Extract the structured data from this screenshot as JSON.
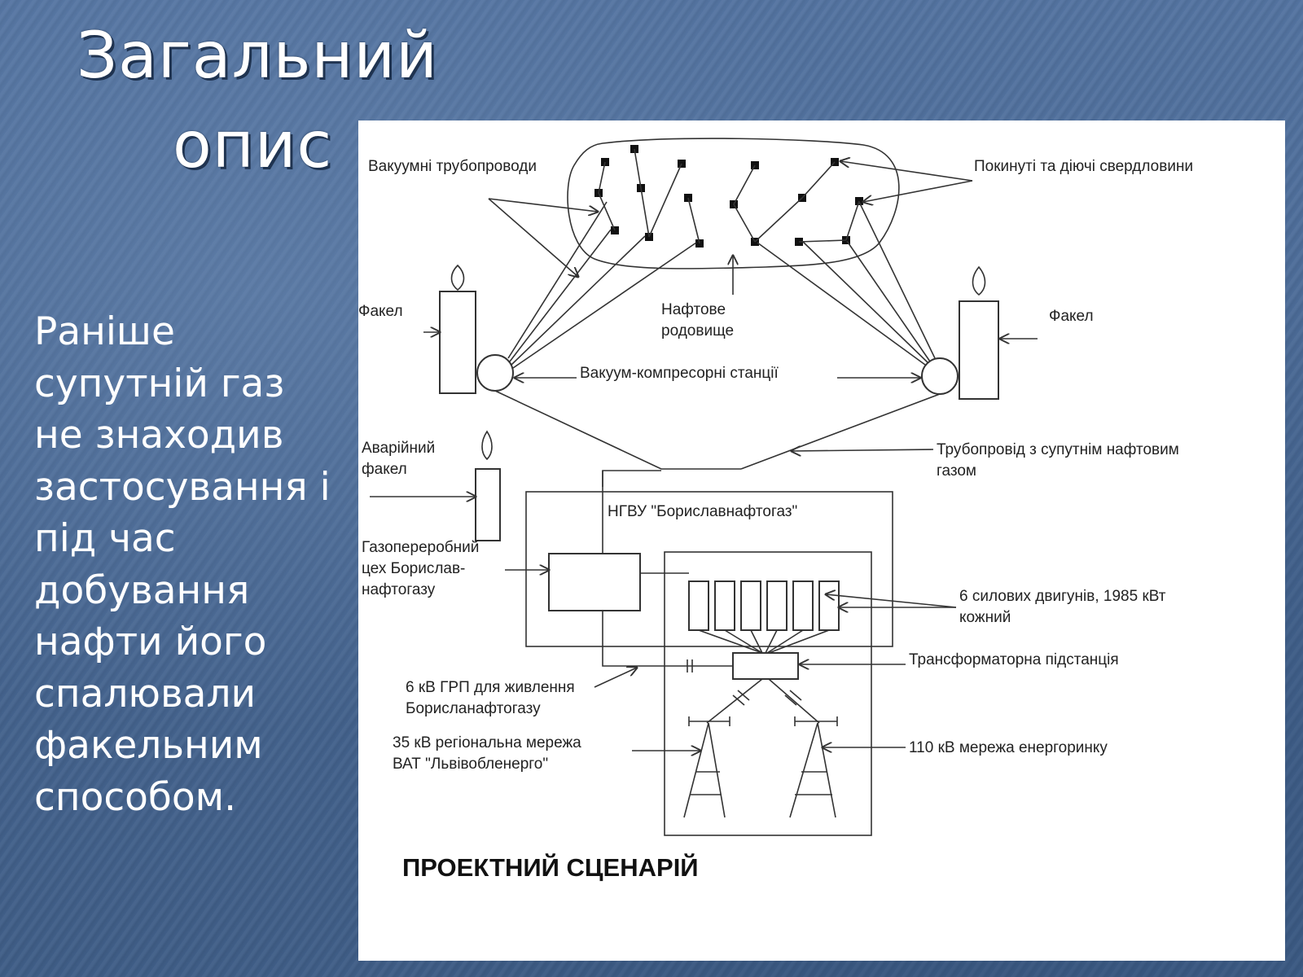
{
  "slide": {
    "title_line1": "Загальний",
    "title_line2": "опис",
    "body_lines": [
      "Раніше",
      "супутній газ",
      "не знаходив",
      "застосування і",
      "під час",
      "добування",
      "нафти його",
      "спалювали",
      "факельним",
      "способом."
    ]
  },
  "diagram": {
    "labels": {
      "vacuum_pipelines": "Вакуумні трубопроводи",
      "wells": "Покинуті та діючі свердловини",
      "flare_left": "Факел",
      "flare_right": "Факел",
      "oilfield_1": "Нафтове",
      "oilfield_2": "родовище",
      "compressor_stations": "Вакуум-компресорні станції",
      "emergency_flare_1": "Аварійний",
      "emergency_flare_2": "факел",
      "pipeline_1": "Трубопровід з супутнім нафтовим",
      "pipeline_2": "газом",
      "ngvu": "НГВУ \"Бориславнафтогаз\"",
      "gas_plant_1": "Газопереробний",
      "gas_plant_2": "цех Борислав-",
      "gas_plant_3": "нафтогазу",
      "engines_1": "6 силових двигунів, 1985 кВт",
      "engines_2": "кожний",
      "transformer": "Трансформаторна підстанція",
      "grp_1": "6 кВ ГРП для живлення",
      "grp_2": "Борисланафтогазу",
      "regional_1": "35 кВ регіональна мережа",
      "regional_2": "ВАТ \"Львівобленерго\"",
      "market_grid": "110 кВ мережа енергоринку",
      "scenario": "ПРОЕКТНИЙ СЦЕНАРІЙ"
    }
  }
}
